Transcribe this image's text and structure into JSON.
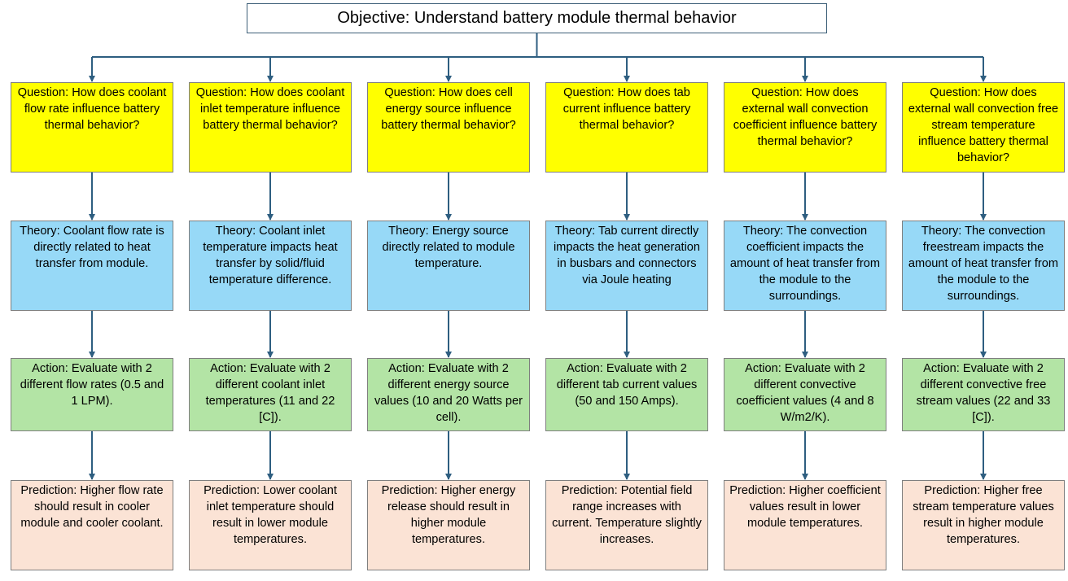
{
  "objective": "Objective: Understand battery module thermal behavior",
  "colors": {
    "question": "#ffff00",
    "theory": "#97d9f7",
    "action": "#b3e4a5",
    "prediction": "#fbe3d5",
    "connector": "#2e5e80"
  },
  "columns": [
    {
      "question": "Question: How does coolant flow rate influence battery thermal behavior?",
      "theory": "Theory: Coolant flow rate is directly related to heat transfer from module.",
      "action": "Action: Evaluate with 2 different flow rates (0.5 and 1 LPM).",
      "prediction": "Prediction: Higher flow rate should result in cooler module and cooler coolant."
    },
    {
      "question": "Question: How does coolant inlet temperature influence battery thermal behavior?",
      "theory": "Theory: Coolant inlet temperature impacts heat transfer by solid/fluid temperature difference.",
      "action": "Action: Evaluate with 2 different coolant inlet temperatures (11 and 22 [C]).",
      "prediction": "Prediction: Lower coolant inlet temperature should result in lower module temperatures."
    },
    {
      "question": "Question: How does cell energy source influence battery thermal behavior?",
      "theory": "Theory: Energy source directly related to module temperature.",
      "action": "Action: Evaluate with 2 different energy source values (10 and 20 Watts per cell).",
      "prediction": "Prediction: Higher energy release should result in higher module temperatures."
    },
    {
      "question": "Question: How does tab current influence battery thermal behavior?",
      "theory": "Theory: Tab current directly impacts the heat generation in busbars and connectors via Joule heating",
      "action": "Action: Evaluate with 2 different tab current values (50 and 150 Amps).",
      "prediction": "Prediction: Potential field range increases with current. Temperature slightly increases."
    },
    {
      "question": "Question: How does external wall convection coefficient influence battery thermal behavior?",
      "theory": "Theory: The convection coefficient impacts the amount of heat transfer from the module to the surroundings.",
      "action": "Action: Evaluate with 2 different convective coefficient values (4 and 8 W/m2/K).",
      "prediction": "Prediction: Higher coefficient values result in lower module temperatures."
    },
    {
      "question": "Question: How does external wall convection free stream temperature influence battery thermal behavior?",
      "theory": "Theory: The convection freestream impacts the amount of heat transfer from the module to the surroundings.",
      "action": "Action: Evaluate with 2 different convective free stream values (22 and 33 [C]).",
      "prediction": "Prediction: Higher free stream temperature values result in higher module temperatures."
    }
  ]
}
